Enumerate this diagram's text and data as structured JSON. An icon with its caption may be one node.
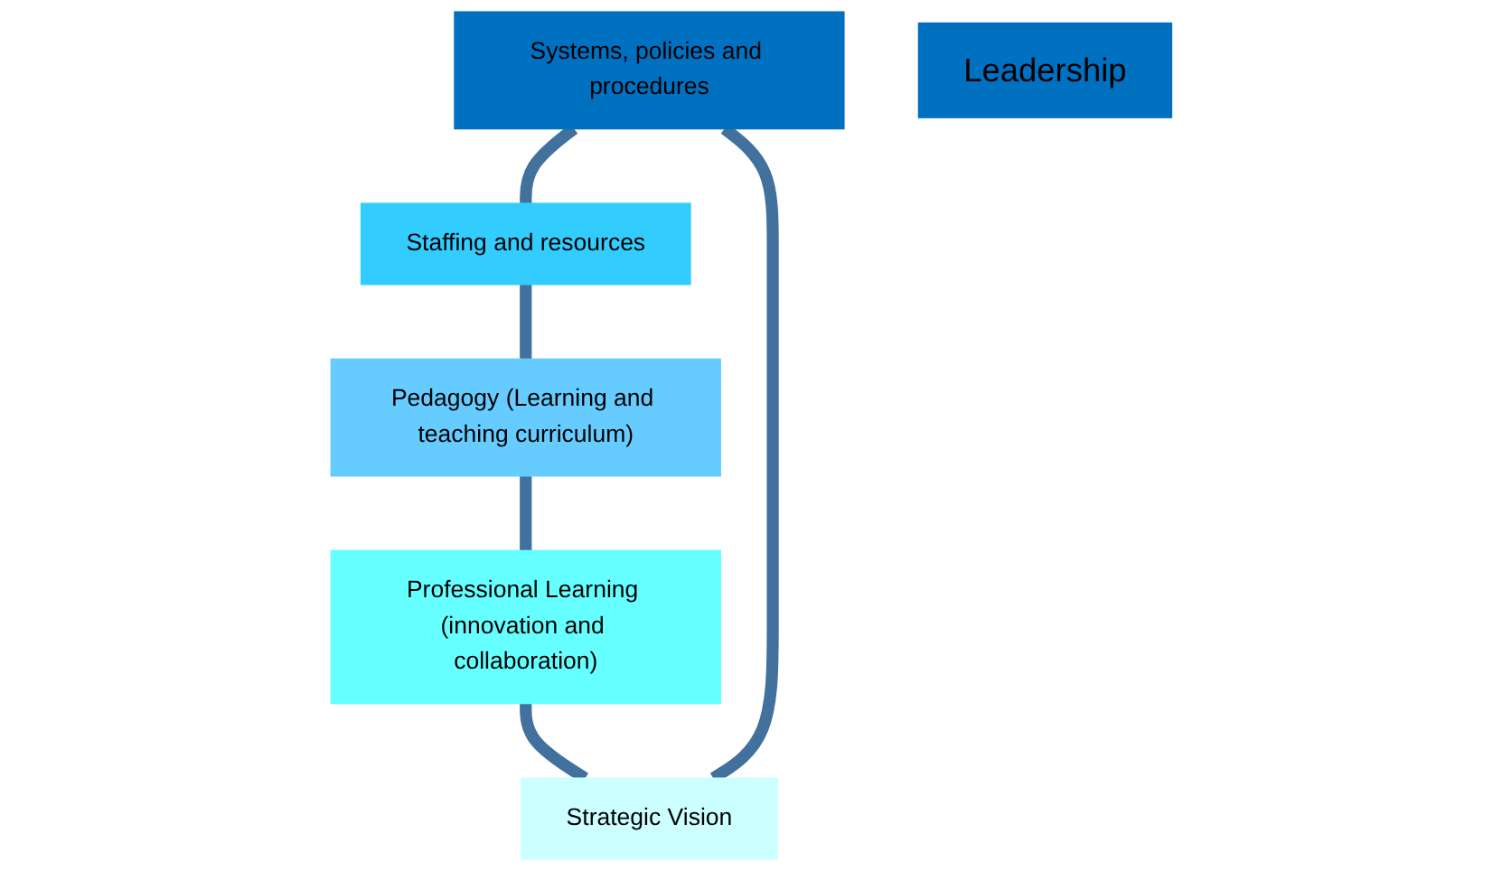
{
  "diagram": {
    "nodes": [
      {
        "text": [
          "Systems, policies and procedures"
        ]
      },
      {
        "text": [
          "Strategic Vision"
        ]
      },
      {
        "text": [
          "Staffing and resources"
        ]
      },
      {
        "text": [
          "Leadership"
        ]
      },
      {
        "text": [
          "Professional Learning (innovation and collaboration)"
        ]
      },
      {
        "text": [
          "Pedagogy (Learning and teaching curriculum)"
        ]
      }
    ],
    "edges": [
      {
        "from": 0,
        "to": 2,
        "arrow": "none"
      },
      {
        "from": 2,
        "to": 5,
        "arrow": "none"
      },
      {
        "from": 5,
        "to": 4,
        "arrow": "none"
      },
      {
        "from": 4,
        "to": 1,
        "arrow": "none"
      },
      {
        "from": 1,
        "to": 0,
        "arrow": "none"
      }
    ]
  }
}
